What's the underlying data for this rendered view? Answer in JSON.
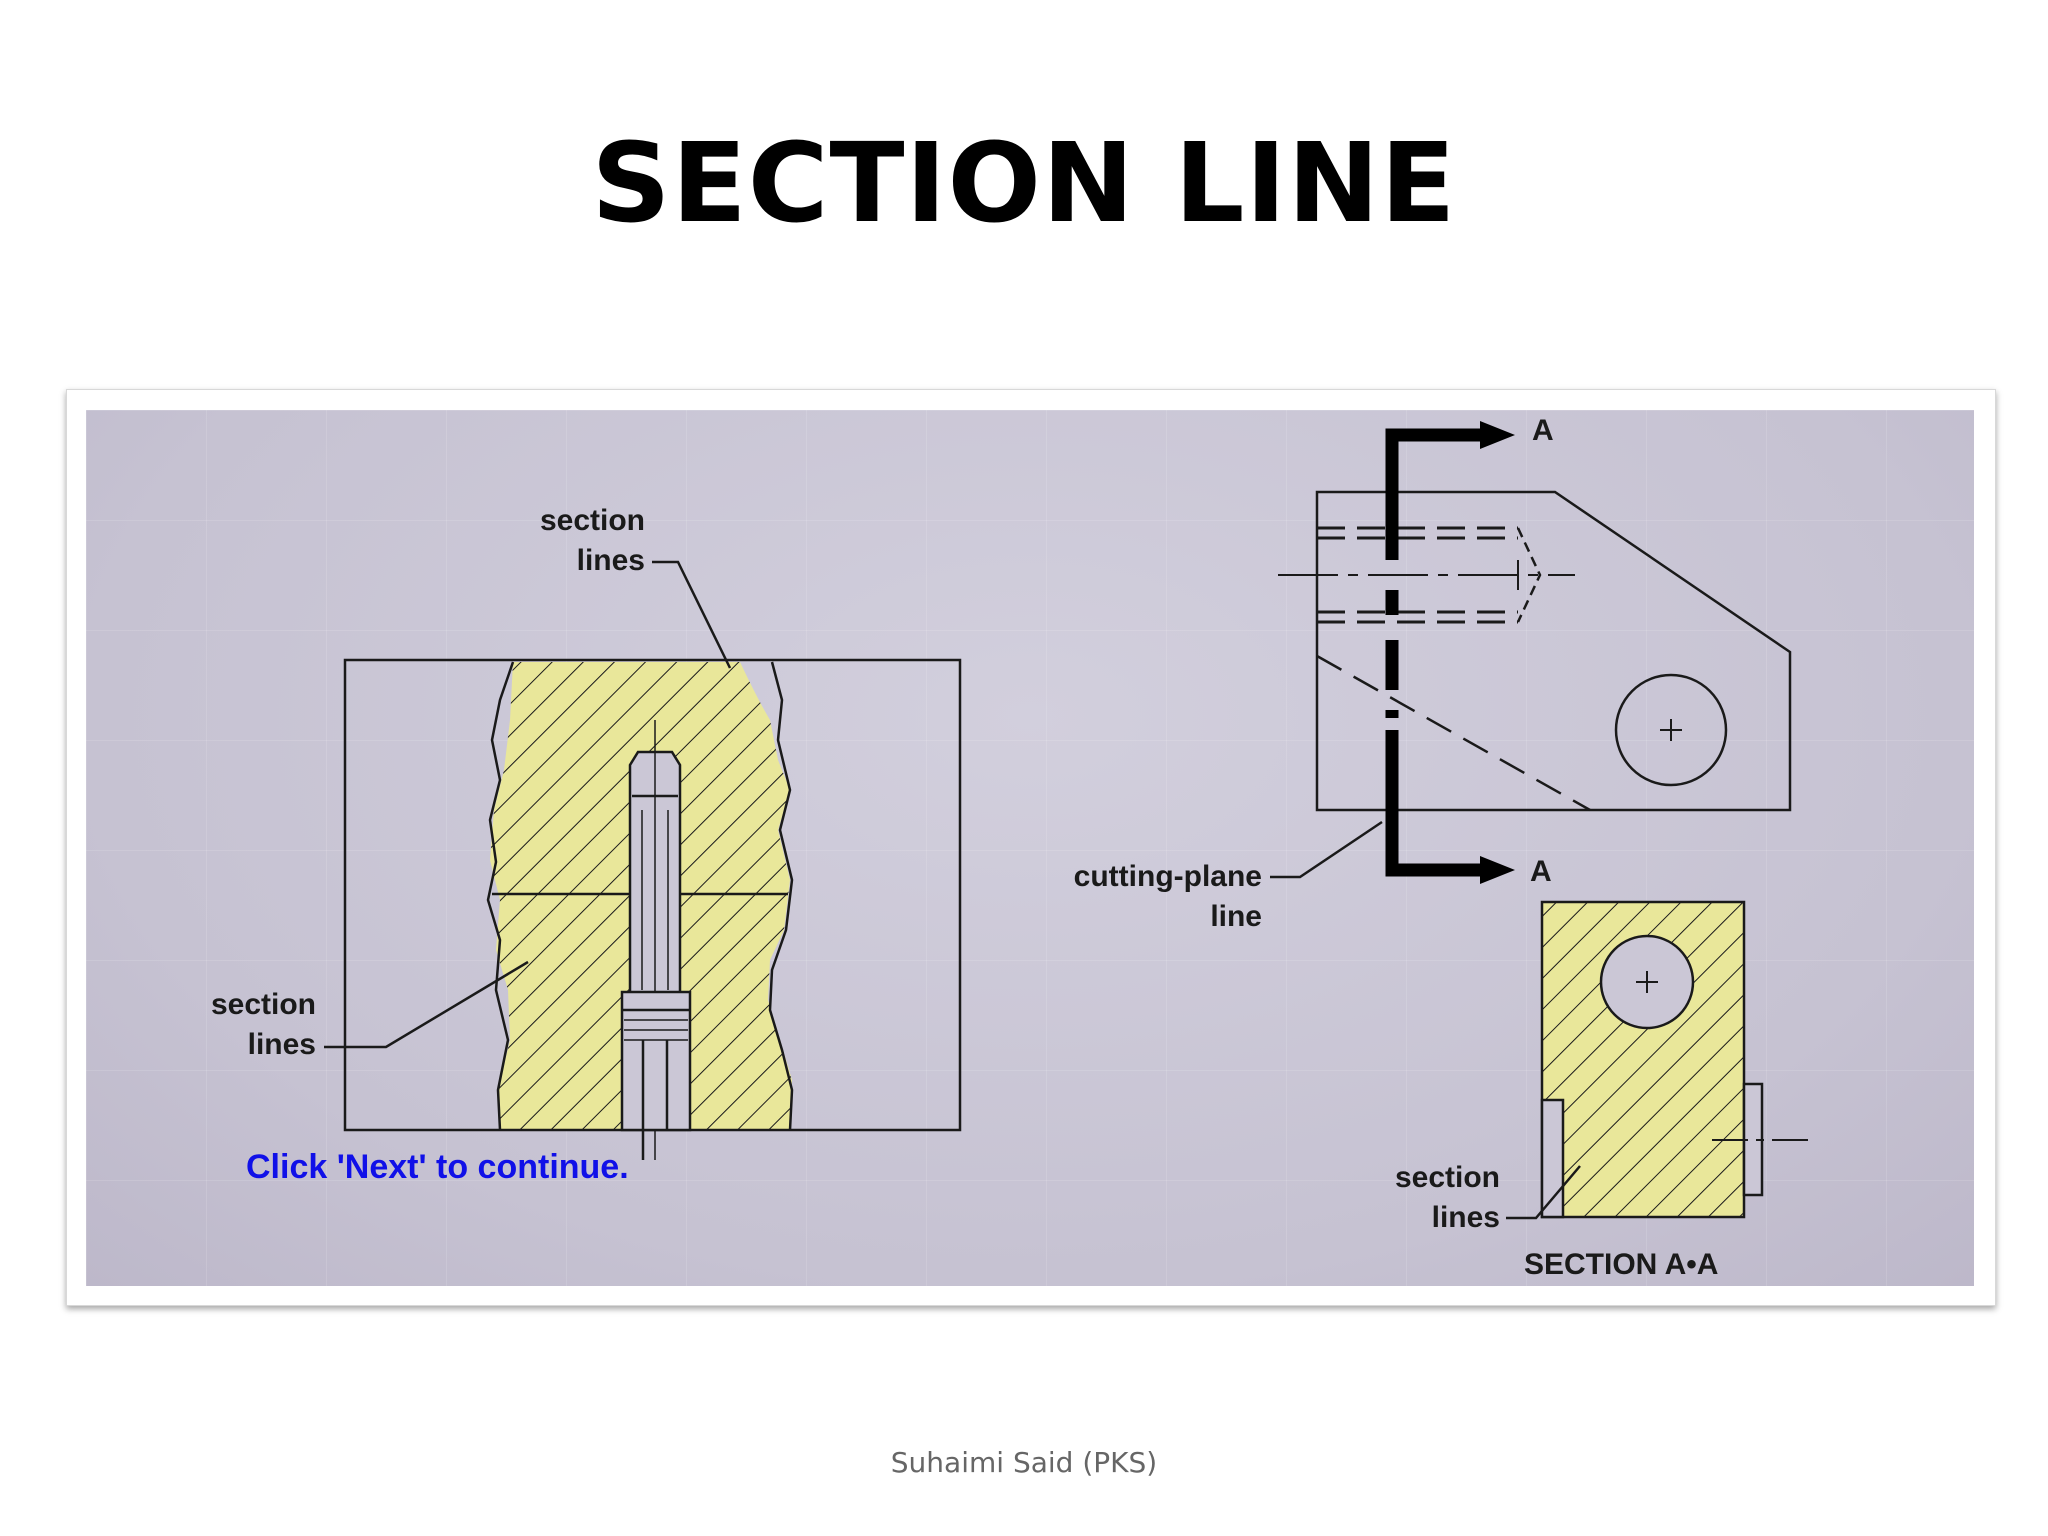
{
  "slide": {
    "title": "SECTION LINE",
    "footer": "Suhaimi Said (PKS)"
  },
  "diagram": {
    "left_view": {
      "top_callout": [
        "section",
        "lines"
      ],
      "left_callout": [
        "section",
        "lines"
      ],
      "instruction": "Click 'Next' to continue."
    },
    "right_view": {
      "arrow_top_label": "A",
      "arrow_bottom_label": "A",
      "cutting_plane_callout": [
        "cutting-plane",
        "line"
      ],
      "section_callout": [
        "section",
        "lines"
      ],
      "section_caption": "SECTION A•A"
    }
  },
  "colors": {
    "hatch_fill": "#e9e79a",
    "canvas": "#cbc7d6",
    "instruction_text": "#1010e8",
    "title": "#000000"
  }
}
